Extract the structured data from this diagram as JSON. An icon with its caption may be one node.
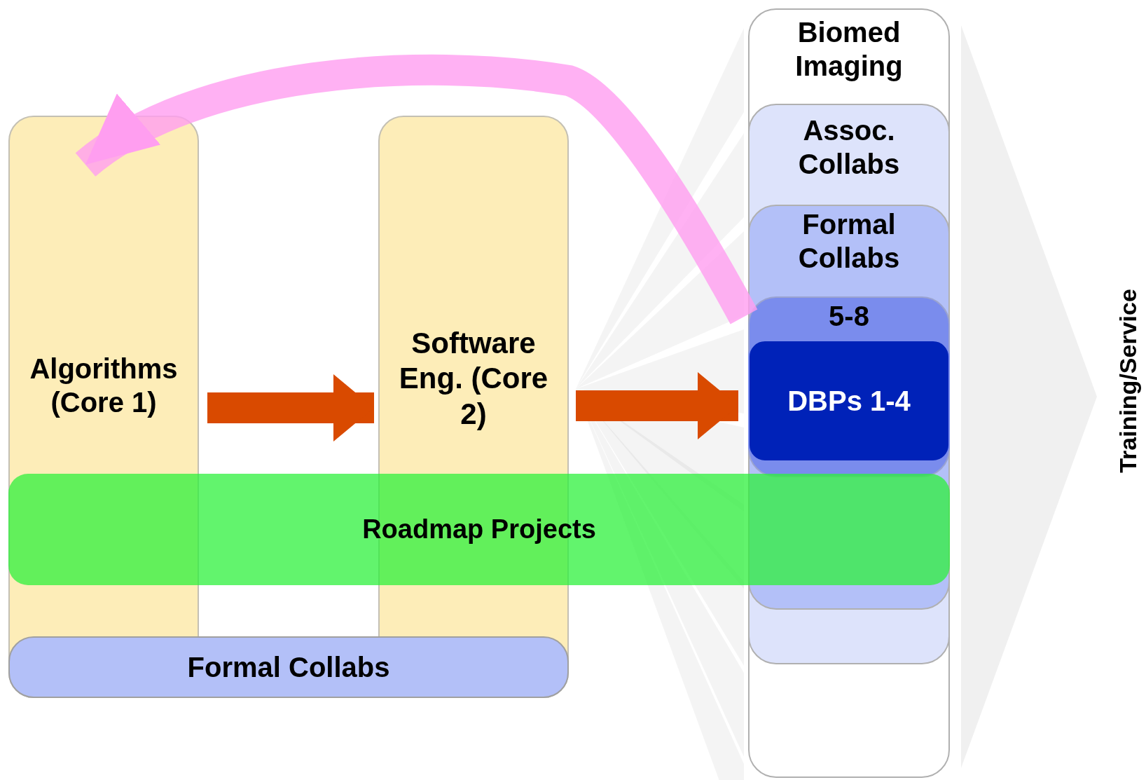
{
  "diagram": {
    "nodes": [
      {
        "text": [
          "Algorithms (Core 1)"
        ]
      },
      {
        "text": [
          "Software Eng. (Core 2)"
        ]
      },
      {
        "text": [
          "Biomed Imaging"
        ]
      },
      {
        "text": [
          "Assoc. Collabs"
        ],
        "in": 2
      },
      {
        "text": [
          "Formal Collabs"
        ],
        "in": 3
      },
      {
        "text": [
          "5-8"
        ],
        "in": 4
      },
      {
        "text": [
          "DBPs 1-4"
        ],
        "in": 5
      },
      {
        "text": [
          "Roadmap Projects"
        ]
      },
      {
        "text": [
          "Formal Collabs"
        ]
      },
      {
        "text": [
          "Training/Service"
        ]
      }
    ],
    "edges": [
      {
        "from": 0,
        "to": 1,
        "arrow": "to"
      },
      {
        "from": 1,
        "to": 6,
        "arrow": "to"
      },
      {
        "from": 5,
        "to": 0,
        "arrow": "to",
        "color": "#ff9ef0"
      }
    ]
  }
}
